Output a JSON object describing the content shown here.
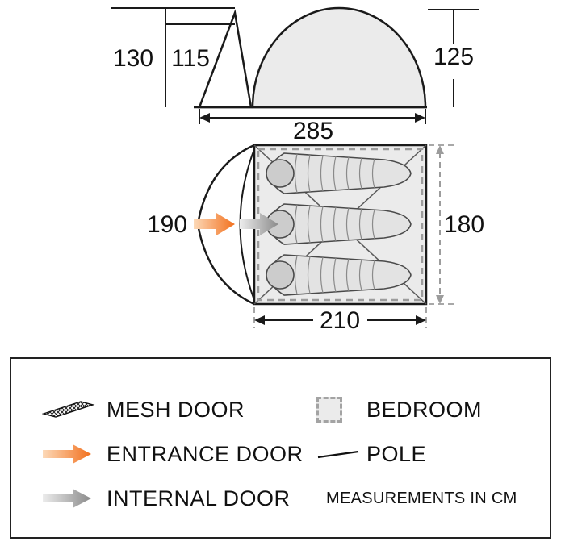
{
  "side_view": {
    "overall_height_cm": "130",
    "inner_height_cm": "115",
    "bedroom_height_cm": "125",
    "total_length_cm": "285"
  },
  "floor_plan": {
    "porch_width_cm": "190",
    "bedroom_depth_cm": "180",
    "bedroom_width_cm": "210"
  },
  "legend": {
    "items": [
      {
        "icon": "mesh-door-icon",
        "label": "MESH DOOR"
      },
      {
        "icon": "bedroom-swatch-icon",
        "label": "BEDROOM"
      },
      {
        "icon": "entrance-door-arrow-icon",
        "label": "ENTRANCE DOOR"
      },
      {
        "icon": "pole-line-icon",
        "label": "POLE"
      },
      {
        "icon": "internal-door-arrow-icon",
        "label": "INTERNAL DOOR"
      },
      {
        "icon": "",
        "label": "MEASUREMENTS IN CM"
      }
    ]
  },
  "colors": {
    "entrance_door_orange": "#f2701d",
    "internal_door_gray": "#8a8a8a",
    "bedroom_fill": "#ebebeb",
    "outline_black": "#1a1a1a",
    "dashed_gray": "#9c9c9c"
  }
}
